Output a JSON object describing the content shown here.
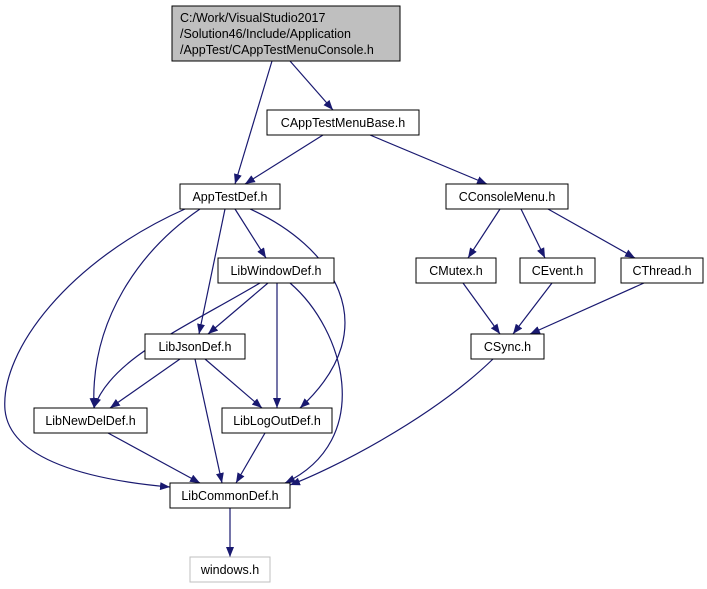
{
  "colors": {
    "edge": "#191970",
    "root_fill": "#bfbfbf",
    "node_fill": "#ffffff",
    "node_border": "#000000",
    "external_border": "#bfbfbf"
  },
  "nodes": [
    {
      "id": "root",
      "lines": [
        "C:/Work/VisualStudio2017",
        "/Solution46/Include/Application",
        "/AppTest/CAppTestMenuConsole.h"
      ],
      "style": "root"
    },
    {
      "id": "cappbase",
      "lines": [
        "CAppTestMenuBase.h"
      ],
      "style": "normal"
    },
    {
      "id": "apptestdef",
      "lines": [
        "AppTestDef.h"
      ],
      "style": "normal"
    },
    {
      "id": "cconsolemenu",
      "lines": [
        "CConsoleMenu.h"
      ],
      "style": "normal"
    },
    {
      "id": "libwindowdef",
      "lines": [
        "LibWindowDef.h"
      ],
      "style": "normal"
    },
    {
      "id": "cmutex",
      "lines": [
        "CMutex.h"
      ],
      "style": "normal"
    },
    {
      "id": "cevent",
      "lines": [
        "CEvent.h"
      ],
      "style": "normal"
    },
    {
      "id": "cthread",
      "lines": [
        "CThread.h"
      ],
      "style": "normal"
    },
    {
      "id": "libjsondef",
      "lines": [
        "LibJsonDef.h"
      ],
      "style": "normal"
    },
    {
      "id": "csync",
      "lines": [
        "CSync.h"
      ],
      "style": "normal"
    },
    {
      "id": "libnewdeldef",
      "lines": [
        "LibNewDelDef.h"
      ],
      "style": "normal"
    },
    {
      "id": "liblogoutdef",
      "lines": [
        "LibLogOutDef.h"
      ],
      "style": "normal"
    },
    {
      "id": "libcommondef",
      "lines": [
        "LibCommonDef.h"
      ],
      "style": "normal"
    },
    {
      "id": "windows",
      "lines": [
        "windows.h"
      ],
      "style": "external"
    }
  ],
  "edges": [
    {
      "from": "root",
      "to": "cappbase"
    },
    {
      "from": "root",
      "to": "apptestdef"
    },
    {
      "from": "cappbase",
      "to": "apptestdef"
    },
    {
      "from": "cappbase",
      "to": "cconsolemenu"
    },
    {
      "from": "apptestdef",
      "to": "libwindowdef"
    },
    {
      "from": "apptestdef",
      "to": "libjsondef"
    },
    {
      "from": "apptestdef",
      "to": "libnewdeldef"
    },
    {
      "from": "apptestdef",
      "to": "liblogoutdef"
    },
    {
      "from": "apptestdef",
      "to": "libcommondef"
    },
    {
      "from": "cconsolemenu",
      "to": "cmutex"
    },
    {
      "from": "cconsolemenu",
      "to": "cevent"
    },
    {
      "from": "cconsolemenu",
      "to": "cthread"
    },
    {
      "from": "libwindowdef",
      "to": "libjsondef"
    },
    {
      "from": "libwindowdef",
      "to": "libnewdeldef"
    },
    {
      "from": "libwindowdef",
      "to": "liblogoutdef"
    },
    {
      "from": "libwindowdef",
      "to": "libcommondef"
    },
    {
      "from": "cmutex",
      "to": "csync"
    },
    {
      "from": "cevent",
      "to": "csync"
    },
    {
      "from": "cthread",
      "to": "csync"
    },
    {
      "from": "libjsondef",
      "to": "libnewdeldef"
    },
    {
      "from": "libjsondef",
      "to": "liblogoutdef"
    },
    {
      "from": "libjsondef",
      "to": "libcommondef"
    },
    {
      "from": "libnewdeldef",
      "to": "libcommondef"
    },
    {
      "from": "liblogoutdef",
      "to": "libcommondef"
    },
    {
      "from": "csync",
      "to": "libcommondef"
    },
    {
      "from": "libcommondef",
      "to": "windows"
    }
  ]
}
